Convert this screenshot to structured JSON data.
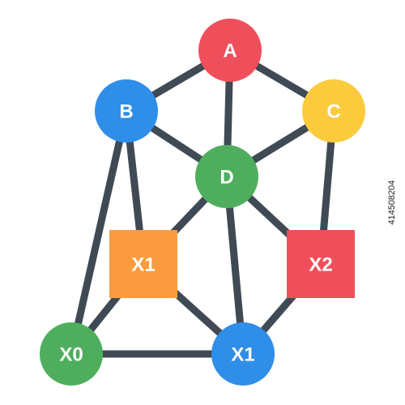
{
  "diagram": {
    "nodes": [
      {
        "id": "A",
        "label": "A",
        "shape": "circle",
        "color": "#ef4f5b",
        "text_color": "#ffffff"
      },
      {
        "id": "B",
        "label": "B",
        "shape": "circle",
        "color": "#2f8ee8",
        "text_color": "#ffffff"
      },
      {
        "id": "C",
        "label": "C",
        "shape": "circle",
        "color": "#fccb3d",
        "text_color": "#3a3f44"
      },
      {
        "id": "D",
        "label": "D",
        "shape": "circle",
        "color": "#4fae5e",
        "text_color": "#ffffff"
      },
      {
        "id": "X1s",
        "label": "X1",
        "shape": "square",
        "color": "#fb9b40",
        "text_color": "#ffffff"
      },
      {
        "id": "X2",
        "label": "X2",
        "shape": "square",
        "color": "#ef4f5b",
        "text_color": "#ffffff"
      },
      {
        "id": "X0",
        "label": "X0",
        "shape": "circle",
        "color": "#4fae5e",
        "text_color": "#ffffff"
      },
      {
        "id": "X1c",
        "label": "X1",
        "shape": "circle",
        "color": "#2f8ee8",
        "text_color": "#ffffff"
      }
    ],
    "edges": [
      [
        "A",
        "B"
      ],
      [
        "A",
        "C"
      ],
      [
        "A",
        "D"
      ],
      [
        "B",
        "D"
      ],
      [
        "C",
        "D"
      ],
      [
        "B",
        "X1s"
      ],
      [
        "B",
        "X0"
      ],
      [
        "D",
        "X1s"
      ],
      [
        "D",
        "X1c"
      ],
      [
        "D",
        "X2"
      ],
      [
        "C",
        "X2"
      ],
      [
        "X1s",
        "X0"
      ],
      [
        "X1s",
        "X1c"
      ],
      [
        "X0",
        "X1c"
      ],
      [
        "X2",
        "X1c"
      ]
    ],
    "edge_color": "#3f4a55"
  },
  "watermark": "414508204"
}
